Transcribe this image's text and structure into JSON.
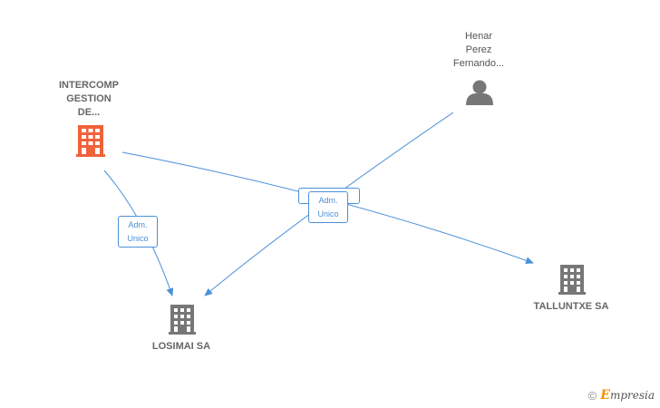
{
  "nodes": {
    "intercomp": {
      "label_lines": [
        "INTERCOMP",
        "GESTION",
        "DE..."
      ],
      "color": "#f0623a",
      "icon": "building-icon"
    },
    "henar": {
      "label_lines": [
        "Henar",
        "Perez",
        "Fernando..."
      ],
      "color": "#777777",
      "icon": "person-icon"
    },
    "losimai": {
      "label": "LOSIMAI SA",
      "color": "#777777",
      "icon": "building-icon"
    },
    "talluntxe": {
      "label": "TALLUNTXE SA",
      "color": "#777777",
      "icon": "building-icon"
    }
  },
  "edges": [
    {
      "from": "INTERCOMP GESTION DE...",
      "to": "LOSIMAI SA",
      "label": [
        "Adm.",
        "Unico"
      ]
    },
    {
      "from": "INTERCOMP GESTION DE...",
      "to": "TALLUNTXE SA",
      "label": [
        "Adm.",
        "Unico"
      ]
    },
    {
      "from": "Henar Perez Fernando...",
      "to": "LOSIMAI SA",
      "label": [
        "Adm.",
        "Unico"
      ]
    }
  ],
  "edge_color": "#4a90d9",
  "brand": {
    "copyright": "©",
    "initial": "E",
    "rest": "mpresia"
  }
}
